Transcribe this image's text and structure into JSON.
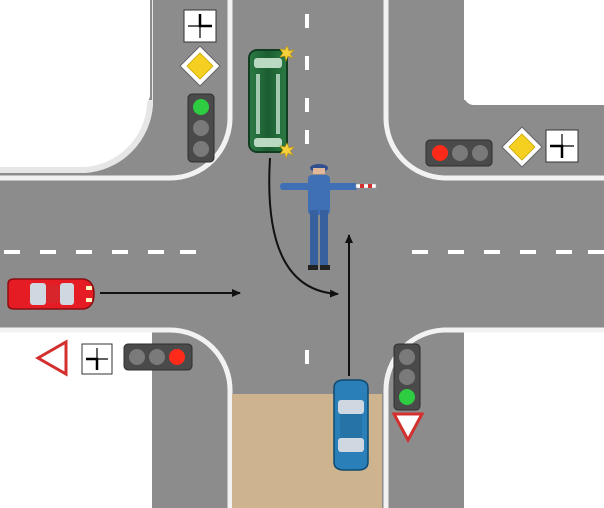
{
  "scene": {
    "colors": {
      "background": "#ffffff",
      "asphalt": "#8c8c8c",
      "curb": "#f4f4f4",
      "lane_marking": "#ffffff",
      "crosswalk_sand": "#cdb48f",
      "arrow": "#111111"
    },
    "vehicles": [
      {
        "name": "green-bus",
        "color": "#1f6b35",
        "heading": "down",
        "hazard_lights": true
      },
      {
        "name": "red-car",
        "color": "#e51c23",
        "heading": "right"
      },
      {
        "name": "blue-car",
        "color": "#2a7fb8",
        "heading": "up"
      }
    ],
    "traffic_lights": [
      {
        "name": "traffic-light-top-left",
        "lit": "green",
        "orientation": "vertical"
      },
      {
        "name": "traffic-light-top-right",
        "lit": "red",
        "orientation": "horizontal"
      },
      {
        "name": "traffic-light-bottom-left",
        "lit": "red",
        "orientation": "horizontal"
      },
      {
        "name": "traffic-light-bottom-right",
        "lit": "green",
        "orientation": "vertical"
      }
    ],
    "signs": [
      {
        "name": "priority-road-sign-top-left",
        "kind": "main-road-diamond"
      },
      {
        "name": "priority-road-sign-top-right",
        "kind": "main-road-diamond"
      },
      {
        "name": "give-way-sign-left",
        "kind": "give-way-triangle"
      },
      {
        "name": "give-way-sign-bottom-right",
        "kind": "give-way-triangle"
      },
      {
        "name": "intersection-plate",
        "kind": "main-road-direction-plate"
      }
    ],
    "traffic_controller": {
      "name": "traffic-controller",
      "pose": "arms-extended-sideways",
      "uniform_color": "#3f6fb5"
    },
    "movement_arrows": [
      "red-car-straight",
      "bus-left-turn",
      "blue-car-straight"
    ]
  }
}
